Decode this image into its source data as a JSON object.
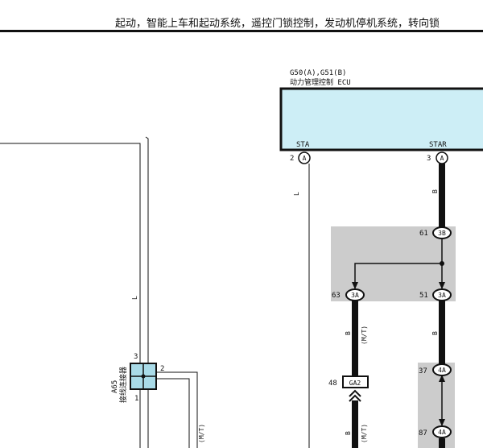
{
  "header": {
    "title": "起动，智能上车和起动系统，遥控门锁控制，发动机停机系统，转向锁"
  },
  "ecu": {
    "connector_codes": "G50(A),G51(B)",
    "name": "动力管理控制 ECU",
    "fill": "#cdeef6",
    "terminals": [
      {
        "label": "STA",
        "pin": "2",
        "connector": "A"
      },
      {
        "label": "STAR",
        "pin": "3",
        "connector": "A"
      }
    ]
  },
  "junction_connector": {
    "code": "A65",
    "name": "接线连接器",
    "fill": "#a9dbe8",
    "pins": [
      "3",
      "2",
      "1"
    ]
  },
  "splice_blocks": [
    {
      "fill": "#cccccc"
    },
    {
      "fill": "#cccccc"
    }
  ],
  "connectors": [
    {
      "id": "61",
      "pin": "3B"
    },
    {
      "id": "63",
      "pin": "3A"
    },
    {
      "id": "51",
      "pin": "3A"
    },
    {
      "id": "37",
      "pin": "4A"
    },
    {
      "id": "87",
      "pin": "4A"
    },
    {
      "id": "48",
      "pin": "GA2"
    }
  ],
  "wire_colors": {
    "thin_line": "L",
    "B_star_upper": "B",
    "B_left": "B",
    "MT_left": "(M/T)",
    "B_right_lower": "B",
    "B_left_lower": "B",
    "MT_left_lower": "(M/T)",
    "MT_junction_right": "(M/T)",
    "L_junction": "L"
  }
}
